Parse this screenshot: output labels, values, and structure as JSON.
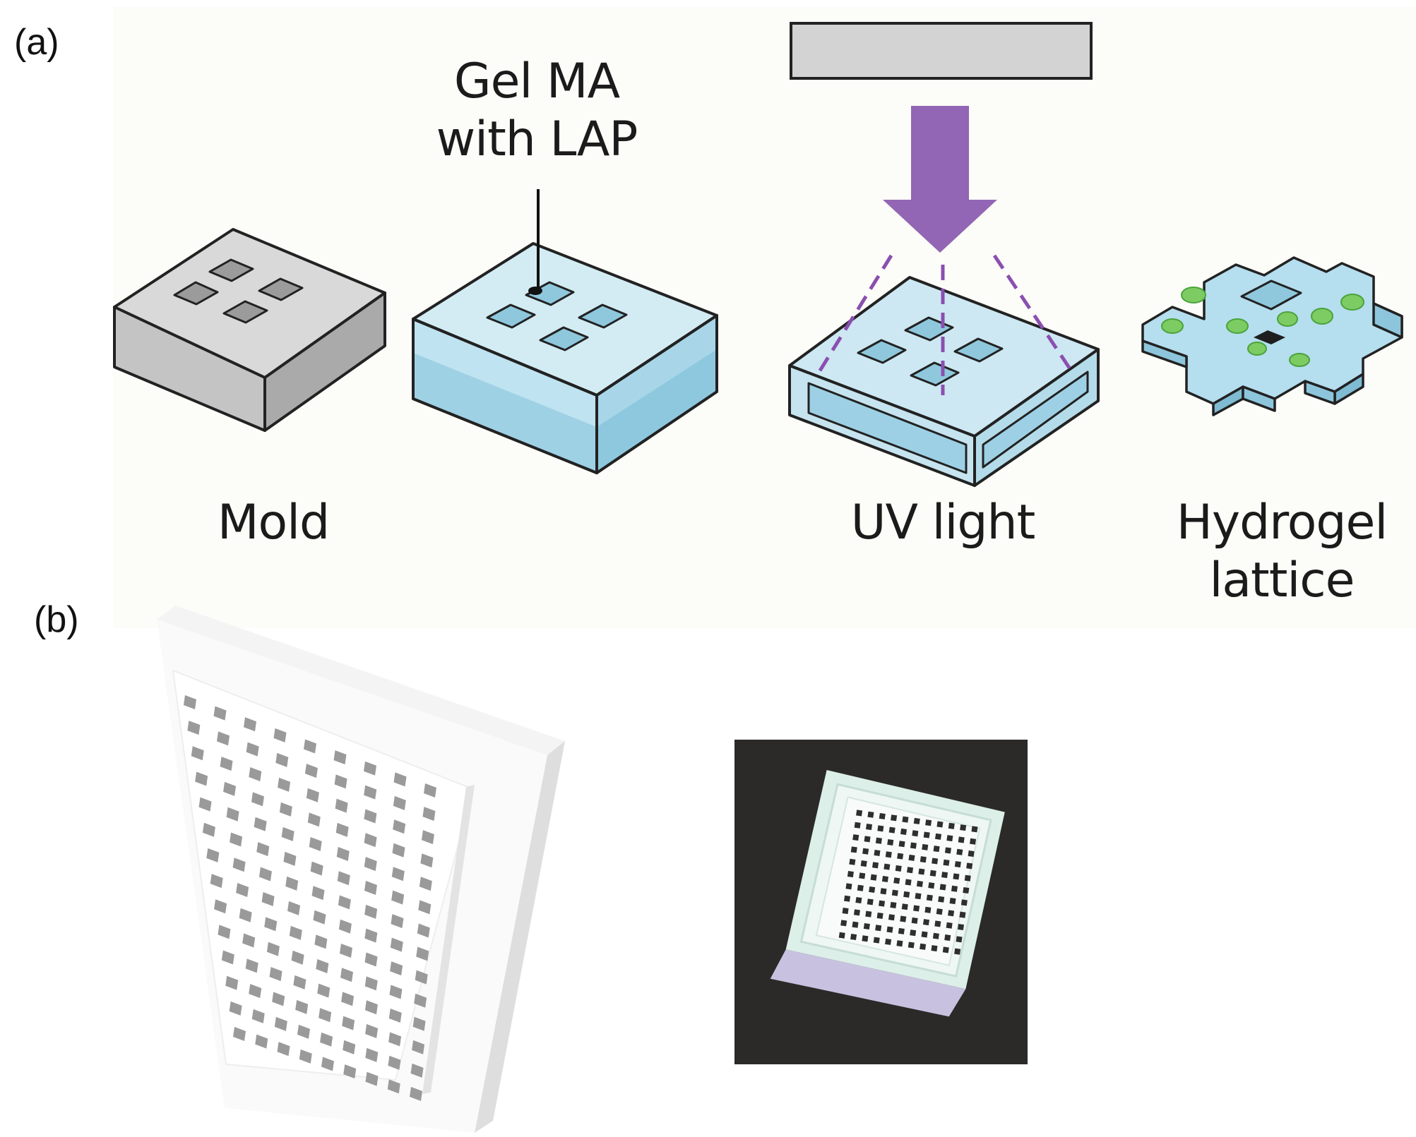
{
  "panel_labels": {
    "a": "(a)",
    "b": "(b)"
  },
  "steps": {
    "mold": "Mold",
    "gelma_line1": "Gel MA",
    "gelma_line2": "with LAP",
    "uv": "UV light",
    "hydrogel_line1": "Hydrogel",
    "hydrogel_line2": "lattice"
  },
  "colors": {
    "mold_gray": "#d6d6d6",
    "gel_blue": "#a9d8ea",
    "uv_purple": "#9266b4",
    "cell_green": "#7ccc63",
    "outline": "#222222"
  }
}
